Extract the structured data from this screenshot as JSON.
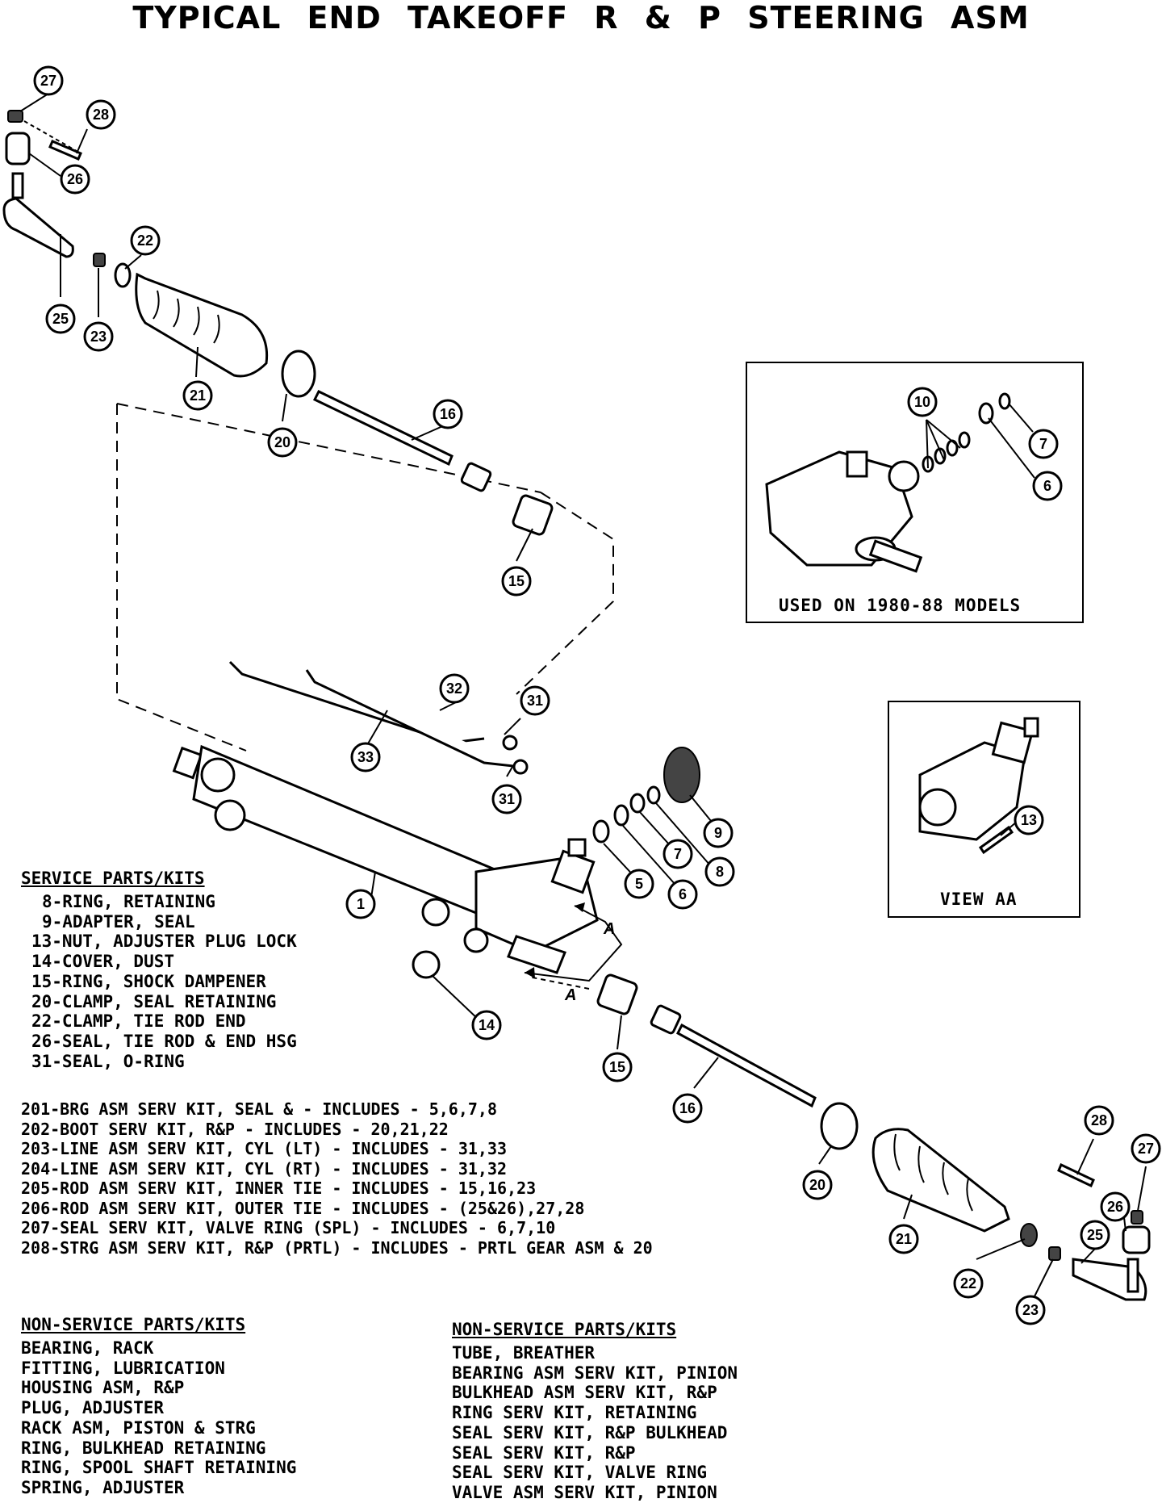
{
  "title": "TYPICAL END TAKEOFF R & P STEERING ASM",
  "callouts": [
    {
      "id": "c27a",
      "label": "27"
    },
    {
      "id": "c28a",
      "label": "28"
    },
    {
      "id": "c26a",
      "label": "26"
    },
    {
      "id": "c22a",
      "label": "22"
    },
    {
      "id": "c25a",
      "label": "25"
    },
    {
      "id": "c23a",
      "label": "23"
    },
    {
      "id": "c21a",
      "label": "21"
    },
    {
      "id": "c20a",
      "label": "20"
    },
    {
      "id": "c16a",
      "label": "16"
    },
    {
      "id": "c15a",
      "label": "15"
    },
    {
      "id": "c32",
      "label": "32"
    },
    {
      "id": "c31a",
      "label": "31"
    },
    {
      "id": "c33",
      "label": "33"
    },
    {
      "id": "c31b",
      "label": "31"
    },
    {
      "id": "c9",
      "label": "9"
    },
    {
      "id": "c7b",
      "label": "7"
    },
    {
      "id": "c8",
      "label": "8"
    },
    {
      "id": "c5",
      "label": "5"
    },
    {
      "id": "c6b",
      "label": "6"
    },
    {
      "id": "c1",
      "label": "1"
    },
    {
      "id": "c14",
      "label": "14"
    },
    {
      "id": "c15b",
      "label": "15"
    },
    {
      "id": "c16b",
      "label": "16"
    },
    {
      "id": "c20b",
      "label": "20"
    },
    {
      "id": "c21b",
      "label": "21"
    },
    {
      "id": "c28b",
      "label": "28"
    },
    {
      "id": "c27b",
      "label": "27"
    },
    {
      "id": "c26b",
      "label": "26"
    },
    {
      "id": "c25b",
      "label": "25"
    },
    {
      "id": "c22b",
      "label": "22"
    },
    {
      "id": "c23b",
      "label": "23"
    },
    {
      "id": "c10",
      "label": "10"
    },
    {
      "id": "c7a",
      "label": "7"
    },
    {
      "id": "c6a",
      "label": "6"
    },
    {
      "id": "c13",
      "label": "13"
    }
  ],
  "section_marks": [
    "A",
    "A"
  ],
  "inset_top": {
    "caption": "USED ON 1980-88 MODELS"
  },
  "inset_view": {
    "caption": "VIEW AA"
  },
  "service_parts": {
    "header": "SERVICE PARTS/KITS",
    "items": [
      "8-RING, RETAINING",
      "9-ADAPTER, SEAL",
      "13-NUT, ADJUSTER PLUG LOCK",
      "14-COVER, DUST",
      "15-RING, SHOCK DAMPENER",
      "20-CLAMP, SEAL RETAINING",
      "22-CLAMP, TIE ROD END",
      "26-SEAL, TIE ROD & END HSG",
      "31-SEAL, O-RING"
    ]
  },
  "service_kits": [
    "201-BRG ASM SERV KIT, SEAL & - INCLUDES - 5,6,7,8",
    "202-BOOT SERV KIT, R&P - INCLUDES - 20,21,22",
    "203-LINE ASM SERV KIT, CYL (LT) - INCLUDES - 31,33",
    "204-LINE ASM SERV KIT, CYL (RT) - INCLUDES - 31,32",
    "205-ROD ASM SERV KIT, INNER TIE - INCLUDES - 15,16,23",
    "206-ROD ASM SERV KIT, OUTER TIE - INCLUDES - (25&26),27,28",
    "207-SEAL SERV KIT, VALVE RING (SPL) - INCLUDES - 6,7,10",
    "208-STRG ASM SERV KIT, R&P (PRTL) - INCLUDES - PRTL GEAR ASM & 20"
  ],
  "non_service_left": {
    "header": "NON-SERVICE PARTS/KITS",
    "items": [
      "BEARING, RACK",
      "FITTING, LUBRICATION",
      "HOUSING ASM, R&P",
      "PLUG, ADJUSTER",
      "RACK ASM, PISTON & STRG",
      "RING, BULKHEAD RETAINING",
      "RING, SPOOL SHAFT RETAINING",
      "SPRING, ADJUSTER"
    ]
  },
  "non_service_right": {
    "header": "NON-SERVICE PARTS/KITS",
    "items": [
      "TUBE, BREATHER",
      "BEARING ASM SERV KIT, PINION",
      "BULKHEAD ASM SERV KIT, R&P",
      "RING SERV KIT, RETAINING",
      "SEAL SERV KIT, R&P BULKHEAD",
      "SEAL SERV KIT, R&P",
      "SEAL SERV KIT, VALVE RING",
      "VALVE ASM SERV KIT, PINION"
    ]
  }
}
